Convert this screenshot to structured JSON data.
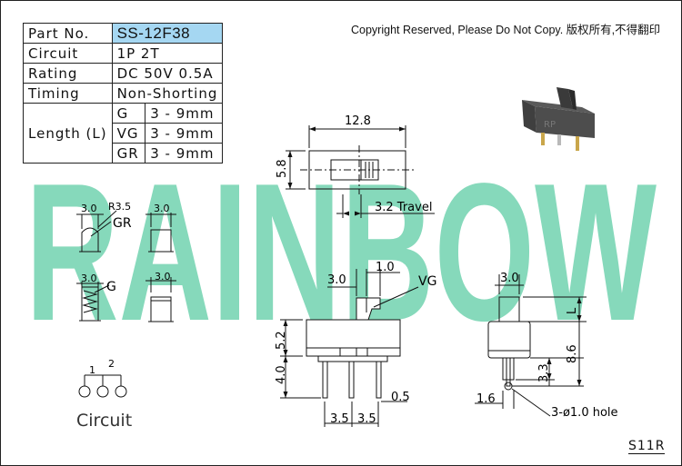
{
  "header": {
    "copyright": "Copyright Reserved, Please Do Not Copy. 版权所有,不得翻印"
  },
  "spec_table": {
    "part_no_label": "Part No.",
    "part_no": "SS-12F38",
    "circuit_label": "Circuit",
    "circuit": "1P 2T",
    "rating_label": "Rating",
    "rating": "DC 50V 0.5A",
    "timing_label": "Timing",
    "timing": "Non-Shorting",
    "length_label": "Length (L)",
    "length_rows": [
      {
        "type": "G",
        "range": "3 - 9mm"
      },
      {
        "type": "VG",
        "range": "3 - 9mm"
      },
      {
        "type": "GR",
        "range": "3 - 9mm"
      }
    ]
  },
  "watermark": {
    "text": "RAINBOW",
    "color": "#86d9bb"
  },
  "product_photo": {
    "logo": "RP"
  },
  "top_view": {
    "width": "12.8",
    "height": "5.8",
    "travel": "3.2 Travel"
  },
  "handles": {
    "gr_label": "GR",
    "g_label": "G",
    "dim_a": "3.0",
    "radius": "R3.5",
    "dim_b": "3.0",
    "dim_c": "3.0",
    "dim_d": "3.0"
  },
  "front_view": {
    "handle_width": "3.0",
    "gap": "1.0",
    "vg_label": "VG",
    "body_height": "5.2",
    "pin_length": "4.0",
    "pin_width": "0.5",
    "pitch_left": "3.5",
    "pitch_right": "3.5"
  },
  "side_view": {
    "handle_width": "3.0",
    "length_symbol": "L",
    "overall": "8.6",
    "lead_offset": "3.3",
    "lead_dist": "1.6",
    "hole": "3-ø1.0 hole"
  },
  "circuit_diagram": {
    "pin1": "1",
    "pin2": "2",
    "label": "Circuit"
  },
  "footer": {
    "code": "S11R"
  }
}
